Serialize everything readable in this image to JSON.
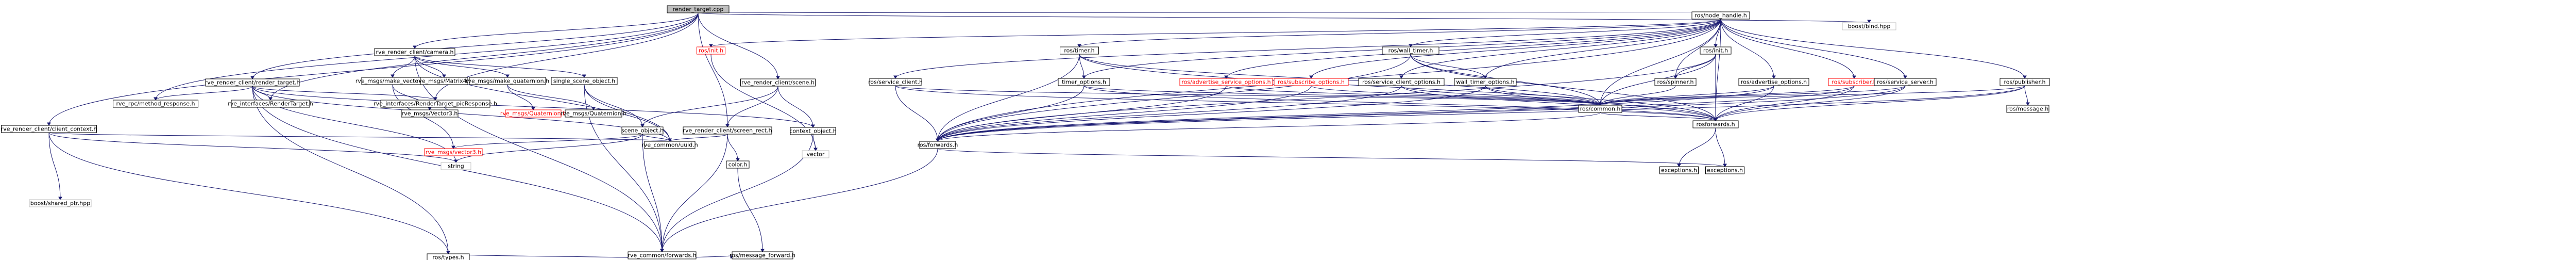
{
  "diagram": {
    "colors": {
      "edge": "#191970",
      "root_fill": "#bfbfbf",
      "missing_border": "#bfbfbf",
      "undocumented": "#ff0000"
    },
    "nodes": [
      {
        "id": "n0",
        "label": "render_target.cpp",
        "kind": "root"
      },
      {
        "id": "n1",
        "label": "rve_render_client/client_context.h"
      },
      {
        "id": "n2",
        "label": "rve_render_client/render_target.h"
      },
      {
        "id": "n3",
        "label": "rve_render_client/camera.h"
      },
      {
        "id": "n4",
        "label": "rve_render_client/scene.h"
      },
      {
        "id": "n5",
        "label": "ros/node_handle.h"
      },
      {
        "id": "n6",
        "label": "boost/bind.hpp",
        "kind": "missing"
      },
      {
        "id": "n7",
        "label": "boost/shared_ptr.hpp",
        "kind": "missing"
      },
      {
        "id": "n8",
        "label": "string",
        "kind": "missing"
      },
      {
        "id": "n9",
        "label": "ros/types.h"
      },
      {
        "id": "n10",
        "label": "rve_rpc/method_response.h"
      },
      {
        "id": "n11",
        "label": "rve_interfaces/RenderTarget.h"
      },
      {
        "id": "n12",
        "label": "rve_interfaces/RenderTarget_picResponse.h"
      },
      {
        "id": "n13",
        "label": "rve_msgs/make_vector3.h"
      },
      {
        "id": "n14",
        "label": "rve_msgs/Matrix4.h"
      },
      {
        "id": "n15",
        "label": "rve_msgs/make_quaternion.h"
      },
      {
        "id": "n16",
        "label": "single_scene_object.h"
      },
      {
        "id": "n17",
        "label": "rve_msgs/Vector3.h"
      },
      {
        "id": "n18",
        "label": "rve_msgs/vector3.h",
        "kind": "red"
      },
      {
        "id": "n19",
        "label": "rve_msgs/Quaternion.h",
        "kind": "red"
      },
      {
        "id": "n20",
        "label": "rve_msgs/Quaternion.h"
      },
      {
        "id": "n21",
        "label": "scene_object.h"
      },
      {
        "id": "n22",
        "label": "rve_render_client/screen_rect.h"
      },
      {
        "id": "n23",
        "label": "context_object.h"
      },
      {
        "id": "n24",
        "label": "rve_common/uuid.h"
      },
      {
        "id": "n25",
        "label": "color.h"
      },
      {
        "id": "n26",
        "label": "vector",
        "kind": "missing"
      },
      {
        "id": "n27",
        "label": "rve_common/forwards.h"
      },
      {
        "id": "n28",
        "label": "ros/message_forward.h"
      },
      {
        "id": "n29",
        "label": "ros/init.h",
        "kind": "red"
      },
      {
        "id": "n30",
        "label": "ros/forwards.h"
      },
      {
        "id": "n31",
        "label": "ros/service_client.h"
      },
      {
        "id": "n32",
        "label": "ros/timer.h"
      },
      {
        "id": "n33",
        "label": "timer_options.h"
      },
      {
        "id": "n34",
        "label": "ros/advertise_service_options.h",
        "kind": "red"
      },
      {
        "id": "n35",
        "label": "ros/subscribe_options.h",
        "kind": "red"
      },
      {
        "id": "n36",
        "label": "ros/wall_timer.h"
      },
      {
        "id": "n37",
        "label": "wall_timer_options.h"
      },
      {
        "id": "n38",
        "label": "ros/service_client_options.h"
      },
      {
        "id": "n39",
        "label": "ros/common.h"
      },
      {
        "id": "n40",
        "label": "ros/spinner.h"
      },
      {
        "id": "n41",
        "label": "ros/init.h"
      },
      {
        "id": "n42",
        "label": "ros/advertise_options.h"
      },
      {
        "id": "n43",
        "label": "ros/subscriber.h",
        "kind": "red"
      },
      {
        "id": "n44",
        "label": "ros/service_server.h"
      },
      {
        "id": "n45",
        "label": "ros/publisher.h"
      },
      {
        "id": "n46",
        "label": "ros/message.h"
      },
      {
        "id": "n47",
        "label": "rosforwards.h"
      },
      {
        "id": "n48",
        "label": "exceptions.h"
      },
      {
        "id": "n49",
        "label": "exceptions.h"
      }
    ],
    "edges": [
      [
        "n0",
        "n1"
      ],
      [
        "n0",
        "n2"
      ],
      [
        "n0",
        "n3"
      ],
      [
        "n0",
        "n4"
      ],
      [
        "n0",
        "n5"
      ],
      [
        "n0",
        "n6"
      ],
      [
        "n0",
        "n10"
      ],
      [
        "n0",
        "n11"
      ],
      [
        "n0",
        "n12"
      ],
      [
        "n0",
        "n22"
      ],
      [
        "n1",
        "n7"
      ],
      [
        "n1",
        "n8"
      ],
      [
        "n1",
        "n9"
      ],
      [
        "n1",
        "n24"
      ],
      [
        "n2",
        "n8"
      ],
      [
        "n2",
        "n9"
      ],
      [
        "n2",
        "n10"
      ],
      [
        "n2",
        "n11"
      ],
      [
        "n2",
        "n12"
      ],
      [
        "n2",
        "n23"
      ],
      [
        "n2",
        "n24"
      ],
      [
        "n2",
        "n27"
      ],
      [
        "n3",
        "n13"
      ],
      [
        "n3",
        "n14"
      ],
      [
        "n3",
        "n15"
      ],
      [
        "n3",
        "n16"
      ],
      [
        "n3",
        "n24"
      ],
      [
        "n3",
        "n27"
      ],
      [
        "n4",
        "n21"
      ],
      [
        "n4",
        "n22"
      ],
      [
        "n4",
        "n23"
      ],
      [
        "n13",
        "n17"
      ],
      [
        "n13",
        "n18"
      ],
      [
        "n15",
        "n19"
      ],
      [
        "n15",
        "n20"
      ],
      [
        "n16",
        "n21"
      ],
      [
        "n16",
        "n24"
      ],
      [
        "n16",
        "n27"
      ],
      [
        "n21",
        "n8"
      ],
      [
        "n21",
        "n18"
      ],
      [
        "n21",
        "n24"
      ],
      [
        "n21",
        "n27"
      ],
      [
        "n22",
        "n24"
      ],
      [
        "n22",
        "n25"
      ],
      [
        "n22",
        "n27"
      ],
      [
        "n23",
        "n26"
      ],
      [
        "n23",
        "n27"
      ],
      [
        "n25",
        "n28"
      ],
      [
        "n27",
        "n9"
      ],
      [
        "n27",
        "n28"
      ],
      [
        "n29",
        "n26"
      ],
      [
        "n5",
        "n29"
      ],
      [
        "n5",
        "n30"
      ],
      [
        "n5",
        "n31"
      ],
      [
        "n5",
        "n32"
      ],
      [
        "n5",
        "n33"
      ],
      [
        "n5",
        "n34"
      ],
      [
        "n5",
        "n35"
      ],
      [
        "n5",
        "n36"
      ],
      [
        "n5",
        "n37"
      ],
      [
        "n5",
        "n38"
      ],
      [
        "n5",
        "n39"
      ],
      [
        "n5",
        "n40"
      ],
      [
        "n5",
        "n41"
      ],
      [
        "n5",
        "n42"
      ],
      [
        "n5",
        "n43"
      ],
      [
        "n5",
        "n44"
      ],
      [
        "n5",
        "n45"
      ],
      [
        "n5",
        "n47"
      ],
      [
        "n31",
        "n30"
      ],
      [
        "n31",
        "n39"
      ],
      [
        "n31",
        "n47"
      ],
      [
        "n32",
        "n33"
      ],
      [
        "n32",
        "n30"
      ],
      [
        "n32",
        "n39"
      ],
      [
        "n32",
        "n47"
      ],
      [
        "n33",
        "n30"
      ],
      [
        "n33",
        "n39"
      ],
      [
        "n33",
        "n47"
      ],
      [
        "n34",
        "n39"
      ],
      [
        "n34",
        "n30"
      ],
      [
        "n35",
        "n39"
      ],
      [
        "n35",
        "n30"
      ],
      [
        "n36",
        "n37"
      ],
      [
        "n36",
        "n30"
      ],
      [
        "n36",
        "n39"
      ],
      [
        "n36",
        "n47"
      ],
      [
        "n37",
        "n30"
      ],
      [
        "n37",
        "n39"
      ],
      [
        "n37",
        "n47"
      ],
      [
        "n38",
        "n30"
      ],
      [
        "n38",
        "n39"
      ],
      [
        "n38",
        "n47"
      ],
      [
        "n39",
        "n30"
      ],
      [
        "n39",
        "n47"
      ],
      [
        "n40",
        "n39"
      ],
      [
        "n41",
        "n39"
      ],
      [
        "n41",
        "n40"
      ],
      [
        "n41",
        "n30"
      ],
      [
        "n41",
        "n47"
      ],
      [
        "n42",
        "n30"
      ],
      [
        "n42",
        "n39"
      ],
      [
        "n42",
        "n47"
      ],
      [
        "n43",
        "n30"
      ],
      [
        "n43",
        "n39"
      ],
      [
        "n43",
        "n47"
      ],
      [
        "n44",
        "n30"
      ],
      [
        "n44",
        "n39"
      ],
      [
        "n44",
        "n47"
      ],
      [
        "n45",
        "n46"
      ],
      [
        "n45",
        "n30"
      ],
      [
        "n45",
        "n39"
      ],
      [
        "n45",
        "n47"
      ],
      [
        "n30",
        "n49"
      ],
      [
        "n30",
        "n27"
      ],
      [
        "n47",
        "n48"
      ],
      [
        "n47",
        "n49"
      ]
    ]
  }
}
